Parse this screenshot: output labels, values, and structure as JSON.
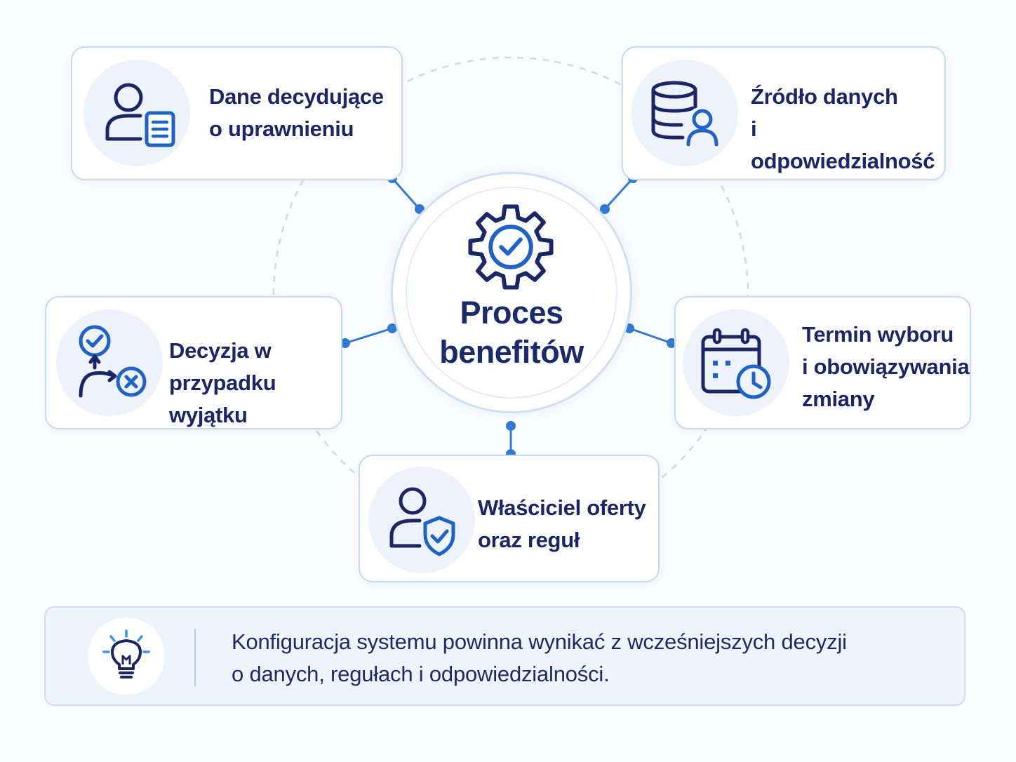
{
  "diagram": {
    "center": {
      "title": "Proces\nbenefitów",
      "icon": "gear-check-icon"
    },
    "nodes": [
      {
        "id": "tl",
        "label": "Dane decydujące\no uprawnieniu",
        "icon": "user-document-icon"
      },
      {
        "id": "tr",
        "label": "Źródło danych\ni odpowiedzialność",
        "icon": "database-user-icon"
      },
      {
        "id": "ml",
        "label": "Decyzja w\nprzypadku wyjątku",
        "icon": "decision-branch-icon"
      },
      {
        "id": "mr",
        "label": "Termin wyboru\ni obowiązywania\nzmiany",
        "icon": "calendar-clock-icon"
      },
      {
        "id": "bc",
        "label": "Właściciel oferty\noraz reguł",
        "icon": "user-shield-icon"
      }
    ],
    "note": {
      "text": "Konfiguracja systemu powinna wynikać z wcześniejszych decyzji\no danych, regułach i odpowiedzialności.",
      "icon": "lightbulb-icon"
    }
  },
  "colors": {
    "primary": "#1c2566",
    "accent": "#1f63c9",
    "connector": "#2f7bd6",
    "card_border": "#c8daf3",
    "icon_bg": "#eef3fb"
  }
}
